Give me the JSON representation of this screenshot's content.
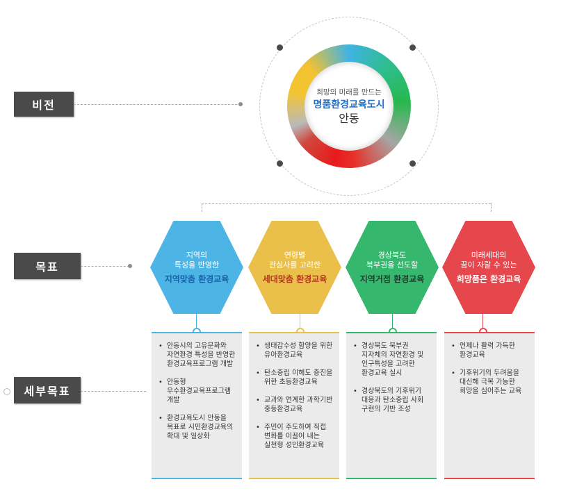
{
  "labels": {
    "vision": "비전",
    "goal": "목표",
    "detail": "세부목표"
  },
  "vision": {
    "subtitle": "희망의 미래를 만드는",
    "title": "명품환경교육도시",
    "city": "안동"
  },
  "goals": [
    {
      "line1": "지역의",
      "line2": "특성을 반영한",
      "title": "지역맞춤 환경교육",
      "color": "#4cb5e5",
      "title_color": "#1a5fa8",
      "items": [
        "안동시의 고유문화와 자연환경 특성을 반영한 환경교육프로그램 개발",
        "안동형 우수환경교육프로그램 개발",
        "환경교육도시 안동을 목표로 시민환경교육의 확대 및 일상화"
      ]
    },
    {
      "line1": "연령별",
      "line2": "관심사를 고려한",
      "title": "세대맞춤 환경교육",
      "color": "#ebc04a",
      "title_color": "#b5321f",
      "items": [
        "생태감수성 함양을 위한 유아환경교육",
        "탄소중립 이해도 증진을 위한 초등환경교육",
        "교과와 연계한 과학기반 중등환경교육",
        "주민이 주도하여 직접 변화를 이끌어 내는 실천형 성인환경교육"
      ]
    },
    {
      "line1": "경상북도",
      "line2": "북부권을 선도할",
      "title": "지역거점 환경교육",
      "color": "#35b76e",
      "title_color": "#1e3d2c",
      "items": [
        "경상북도 북부권 지자체의 자연환경 및 인구특성을 고려한 환경교육 실시",
        "경상북도의 기후위기 대응과 탄소중립 사회 구현의 기반 조성"
      ]
    },
    {
      "line1": "미래세대의",
      "line2": "꿈이 자랄 수 있는",
      "title": "희망품은 환경교육",
      "color": "#e5474c",
      "title_color": "#ffffff",
      "items": [
        "언제나 활력 가득한 환경교육",
        "기후위기의 두려움을 대신해 극복 가능한 희망을 심어주는 교육"
      ]
    }
  ]
}
